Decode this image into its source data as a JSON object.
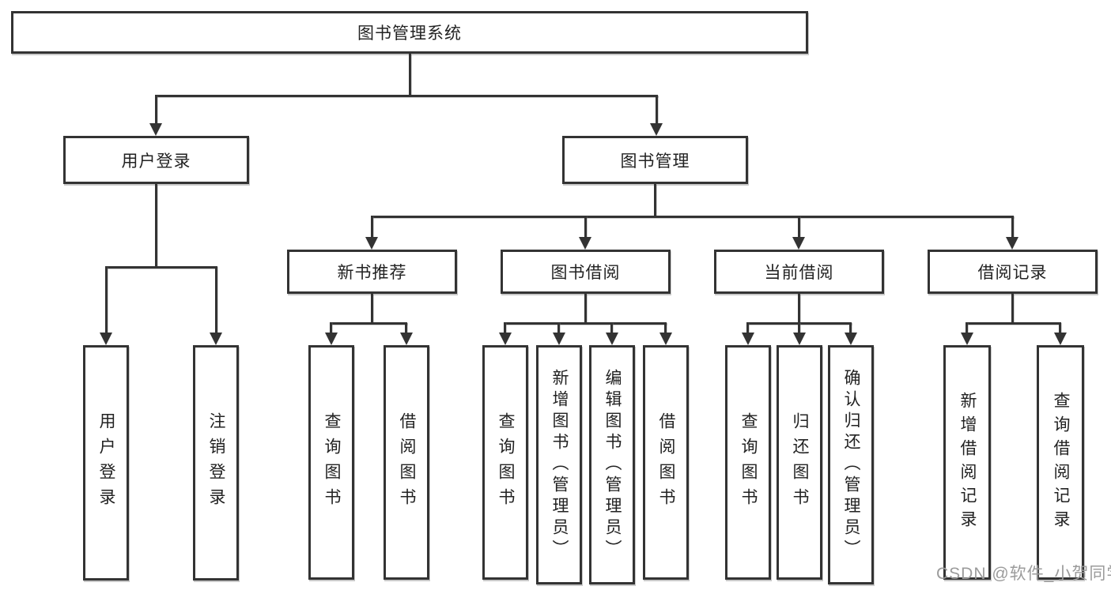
{
  "diagram": {
    "root": {
      "label": "图书管理系统"
    },
    "level1": [
      {
        "label": "用户登录"
      },
      {
        "label": "图书管理"
      }
    ],
    "level2": [
      {
        "label": "新书推荐"
      },
      {
        "label": "图书借阅"
      },
      {
        "label": "当前借阅"
      },
      {
        "label": "借阅记录"
      }
    ],
    "leaves": {
      "user_login": [
        "用户登录",
        "注销登录"
      ],
      "new_book": [
        "查询图书",
        "借阅图书"
      ],
      "book_borrow": [
        "查询图书",
        "新增图书（管理员）",
        "编辑图书（管理员）",
        "借阅图书"
      ],
      "current_borrow": [
        "查询图书",
        "归还图书",
        "确认归还（管理员）"
      ],
      "borrow_record": [
        "新增借阅记录",
        "查询借阅记录"
      ]
    }
  },
  "watermark": "CSDN @软件_小贺同学",
  "colors": {
    "line": "#333333",
    "text": "#222222",
    "watermark": "#9b9b9b",
    "background": "#ffffff"
  }
}
